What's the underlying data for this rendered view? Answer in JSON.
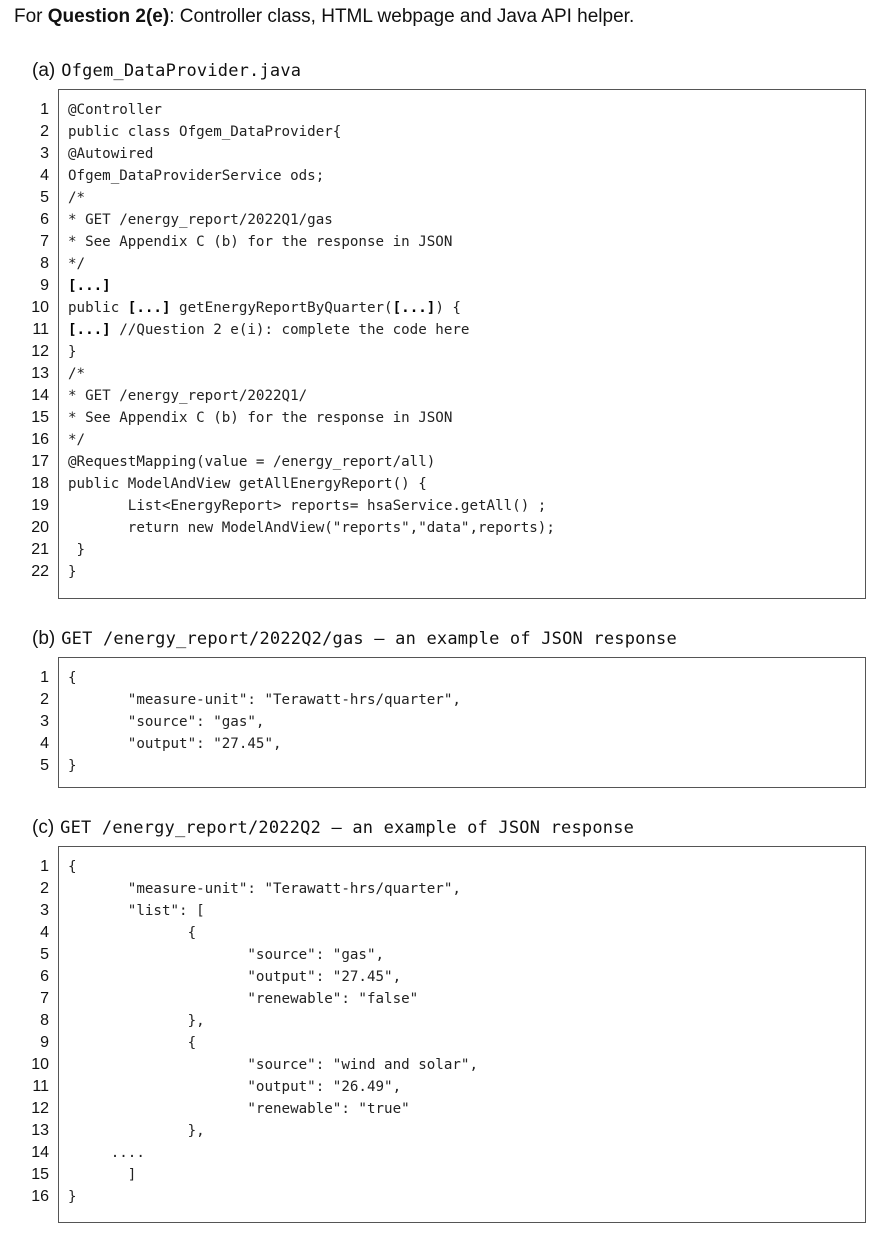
{
  "intro": {
    "prefix": "For ",
    "bold": "Question 2(e)",
    "rest": ": Controller class, HTML webpage and Java API helper."
  },
  "sections": [
    {
      "letter": "(a)",
      "title": "Ofgem_DataProvider.java",
      "lines": [
        "@Controller",
        "public class Ofgem_DataProvider{",
        "@Autowired",
        "Ofgem_DataProviderService ods;",
        "/*",
        "* GET /energy_report/2022Q1/gas",
        "* See Appendix C (b) for the response in JSON",
        "*/",
        "**[...]**",
        "public **[...]** getEnergyReportByQuarter(**[...]**) {",
        "**[...]** //Question 2 e(i): complete the code here",
        "}",
        "/*",
        "* GET /energy_report/2022Q1/",
        "* See Appendix C (b) for the response in JSON",
        "*/",
        "@RequestMapping(value = /energy_report/all)",
        "public ModelAndView getAllEnergyReport() {",
        "       List<EnergyReport> reports= hsaService.getAll() ;",
        "       return new ModelAndView(\"reports\",\"data\",reports);",
        " }",
        "}"
      ]
    },
    {
      "letter": "(b)",
      "title": "GET /energy_report/2022Q2/gas – an example of JSON response",
      "lines": [
        "{",
        "       \"measure-unit\": \"Terawatt-hrs/quarter\",",
        "       \"source\": \"gas\",",
        "       \"output\": \"27.45\",",
        "}"
      ]
    },
    {
      "letter": "(c)",
      "title": "GET /energy_report/2022Q2 – an example of JSON response",
      "lines": [
        "{",
        "       \"measure-unit\": \"Terawatt-hrs/quarter\",",
        "       \"list\": [",
        "              {",
        "                     \"source\": \"gas\",",
        "                     \"output\": \"27.45\",",
        "                     \"renewable\": \"false\"",
        "              },",
        "              {",
        "                     \"source\": \"wind and solar\",",
        "                     \"output\": \"26.49\",",
        "                     \"renewable\": \"true\"",
        "              },",
        "     ....",
        "       ]",
        "}"
      ]
    }
  ]
}
